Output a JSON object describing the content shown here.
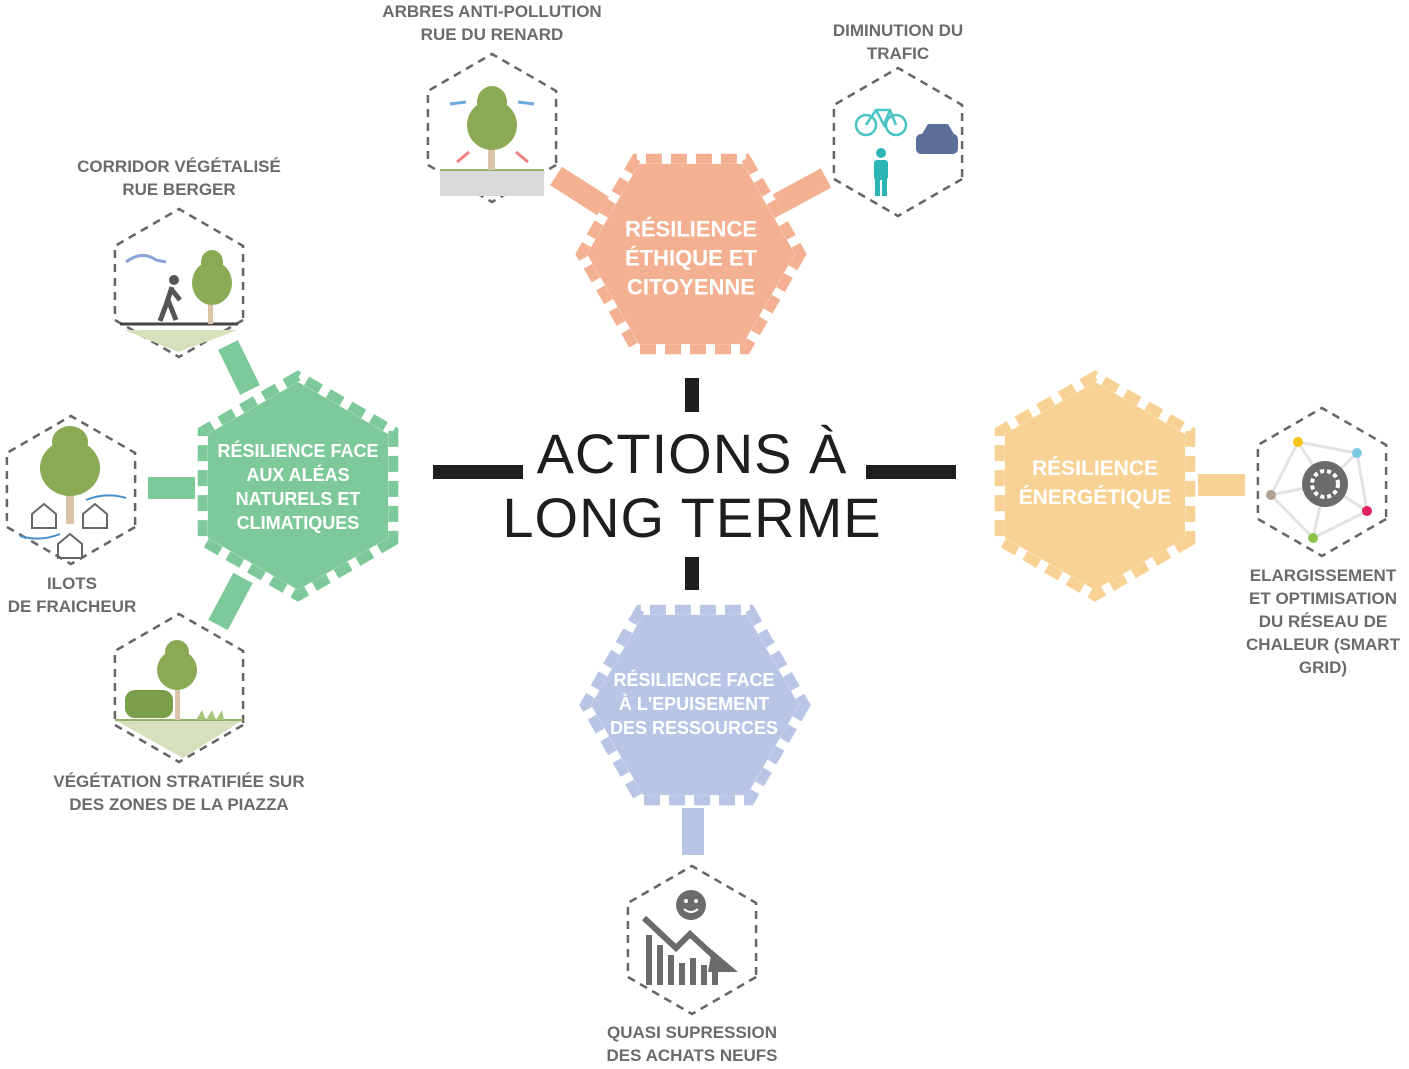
{
  "center_title": {
    "line1": "ACTIONS À",
    "line2": "LONG TERME"
  },
  "colors": {
    "ethique": "#F3B192",
    "naturels": "#7DC99A",
    "energetique": "#F8D294",
    "ressources": "#B8C5E4",
    "label": "#6b6b6b",
    "dash": "#666666"
  },
  "pillars": {
    "ethique": {
      "line1": "RÉSILIENCE",
      "line2": "ÉTHIQUE ET",
      "line3": "CITOYENNE"
    },
    "naturels": {
      "line1": "RÉSILIENCE FACE",
      "line2": "AUX ALÉAS",
      "line3": "NATURELS ET",
      "line4": "CLIMATIQUES"
    },
    "energetique": {
      "line1": "RÉSILIENCE",
      "line2": "ÉNERGÉTIQUE"
    },
    "ressources": {
      "line1": "RÉSILIENCE FACE",
      "line2": "À L'EPUISEMENT",
      "line3": "DES RESSOURCES"
    }
  },
  "actions": {
    "arbres": {
      "line1": "ARBRES ANTI-POLLUTION",
      "line2": "RUE DU RENARD",
      "icon": "tree-icon"
    },
    "trafic": {
      "line1": "DIMINUTION DU",
      "line2": "TRAFIC",
      "icon": "bike-car-pedestrian-icon"
    },
    "corridor": {
      "line1": "CORRIDOR VÉGÉTALISÉ",
      "line2": "RUE BERGER",
      "icon": "walker-tree-icon"
    },
    "ilots": {
      "line1": "ILOTS",
      "line2": "DE FRAICHEUR",
      "icon": "tree-houses-icon"
    },
    "vegetation": {
      "line1": "VÉGÉTATION STRATIFIÉE SUR",
      "line2": "DES ZONES DE LA PIAZZA",
      "icon": "stratified-vegetation-icon"
    },
    "smartgrid": {
      "line1": "ELARGISSEMENT",
      "line2": "ET OPTIMISATION",
      "line3": "DU RÉSEAU DE",
      "line4": "CHALEUR (SMART",
      "line5": "GRID)",
      "icon": "gear-network-icon"
    },
    "achats": {
      "line1": "QUASI SUPRESSION",
      "line2": "DES ACHATS NEUFS",
      "icon": "smiley-decline-chart-icon"
    }
  }
}
